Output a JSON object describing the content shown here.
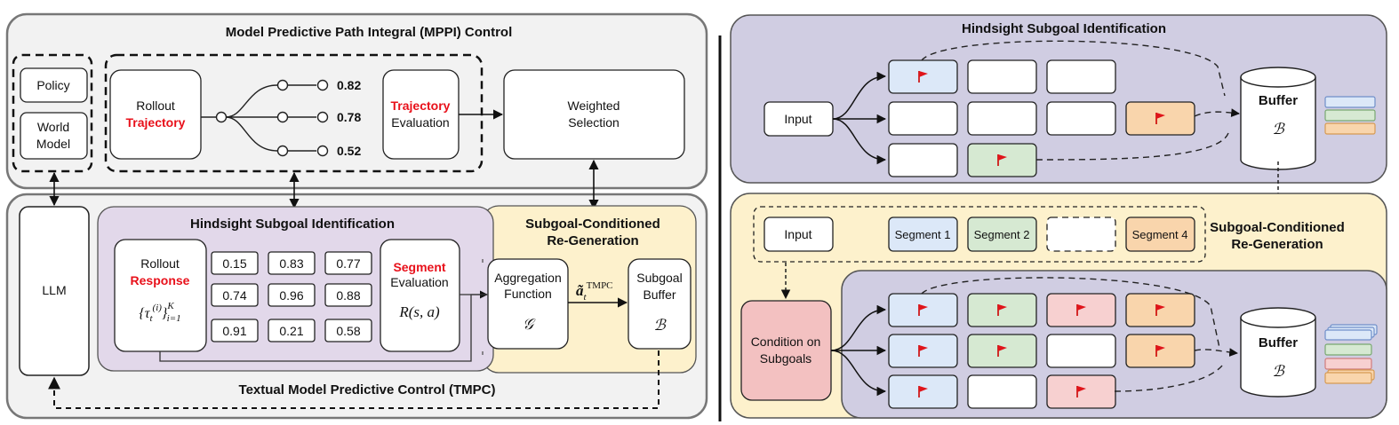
{
  "left_panel": {
    "mppi": {
      "title": "Model Predictive Path Integral (MPPI) Control",
      "policy": "Policy",
      "world_model": [
        "World",
        "Model"
      ],
      "rollout": "Rollout",
      "trajectory_red": "Trajectory",
      "scores": [
        "0.82",
        "0.78",
        "0.52"
      ],
      "evaluation_red": "Trajectory",
      "evaluation": "Evaluation",
      "weighted_selection": [
        "Weighted",
        "Selection"
      ]
    },
    "tmpc": {
      "title": "Textual Model Predictive Control (TMPC)",
      "llm": "LLM",
      "hsi_title": "Hindsight Subgoal Identification",
      "rollout": "Rollout",
      "response_red": "Response",
      "rollout_math": "{τ_t^(i)}_{i=1}^K",
      "grid": [
        [
          "0.15",
          "0.83",
          "0.77"
        ],
        [
          "0.74",
          "0.96",
          "0.88"
        ],
        [
          "0.91",
          "0.21",
          "0.58"
        ]
      ],
      "segment_red": "Segment",
      "evaluation": "Evaluation",
      "reward_math": "R(s, a)",
      "scr_title": [
        "Subgoal-Conditioned",
        "Re-Generation"
      ],
      "aggregation": [
        "Aggregation",
        "Function"
      ],
      "agg_symbol": "𝒢",
      "action_math": "ã_t^TMPC",
      "subgoal_buffer": [
        "Subgoal",
        "Buffer"
      ],
      "buffer_symbol": "ℬ"
    }
  },
  "right_panel": {
    "hsi_title": "Hindsight Subgoal Identification",
    "input": "Input",
    "buffer": "Buffer",
    "buffer_symbol": "ℬ",
    "scr_title": [
      "Subgoal-Conditioned",
      "Re-Generation"
    ],
    "input2": "Input",
    "segments": [
      "Segment 1",
      "Segment 2",
      "",
      "Segment 4"
    ],
    "condition": [
      "Condition on",
      "Subgoals"
    ],
    "buffer2": "Buffer",
    "buffer2_symbol": "ℬ"
  },
  "colors": {
    "panel_gray": "#f2f2f2",
    "lavender": "#e2d8ea",
    "cream": "#fdf1cc",
    "purple_panel": "#d0cde2",
    "blue": "#dce8f8",
    "green": "#d6e9d2",
    "orange": "#f9d5ac",
    "pink": "#f7d0d0",
    "condition_pink": "#f3c1c1",
    "flag": "#e0141a",
    "accent_red": "#e8101a"
  }
}
